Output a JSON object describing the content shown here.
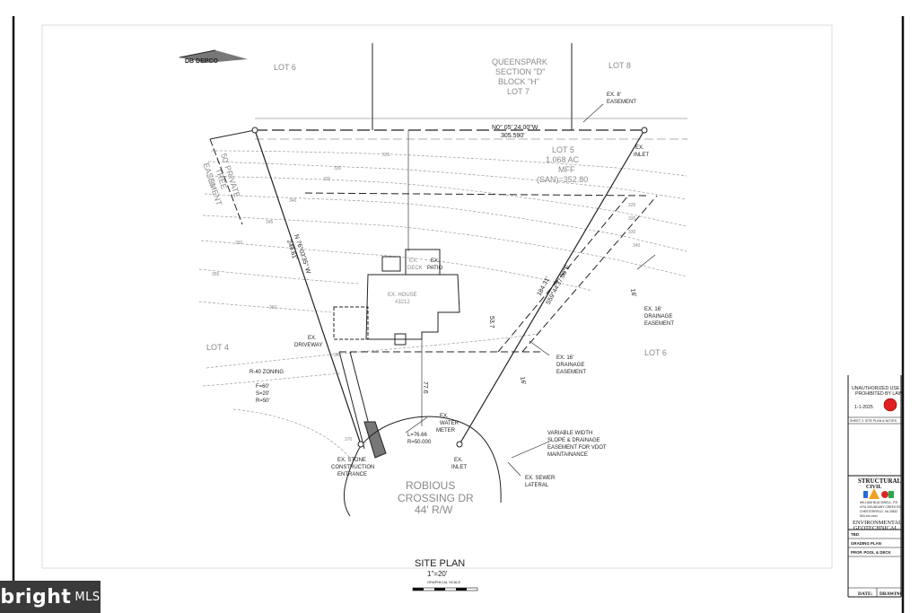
{
  "header": {
    "logo_text": "DB DEPCO"
  },
  "plan": {
    "lot_6_top": "LOT 6",
    "lot_8_top": "LOT 8",
    "queenspark": [
      "QUEENSPARK",
      "SECTION \"D\"",
      "BLOCK \"H\"",
      "LOT 7"
    ],
    "ex_easement_8": [
      "EX. 8'",
      "EASEMENT"
    ],
    "bearing_top": "N0° 05' 24.00\"W",
    "distance_top": "305.590'",
    "lot5": [
      "LOT 5",
      "1.068 AC",
      "MFF",
      "(SAN)=352.80"
    ],
    "ex_inlet_top": [
      "EX.",
      "INLET"
    ],
    "tree_easement": [
      "50' PRIVATE",
      "TREE",
      "EASEMENT"
    ],
    "tree_easement_dim": "50'",
    "side_bearing": "N 76°03'35\" W",
    "side_dist": "249.61'",
    "right_bearing": "S59°44'37.00\"E",
    "right_dist": "184.31'",
    "ex_deck": [
      "EX.",
      "DECK"
    ],
    "ex_patio": [
      "EX.",
      "PATIO"
    ],
    "ex_house": [
      "EX. HOUSE",
      "#3212"
    ],
    "dim_53": "53.7",
    "ex_drainage_16_right": [
      "EX. 16'",
      "DRAINAGE",
      "EASEMENT"
    ],
    "dim_16_right": "16'",
    "ex_driveway": [
      "EX.",
      "DRIVEWAY"
    ],
    "lot4": "LOT 4",
    "lot6_right": "LOT 6",
    "zoning": [
      "R-40 ZONING",
      "F=60'",
      "S=20'",
      "R=50'"
    ],
    "ex_drainage_16_mid": [
      "EX. 16'",
      "DRAINAGE",
      "EASEMENT"
    ],
    "dim_16_mid": "16'",
    "dim_77": "77.6",
    "ex_water_meter": [
      "EX.",
      "WATER",
      "METER"
    ],
    "curve": [
      "L=76.66",
      "R=50.000"
    ],
    "ex_inlet_bottom": [
      "EX.",
      "INLET"
    ],
    "variable_easement": [
      "VARIABLE WIDTH",
      "SLOPE & DRAINAGE",
      "EASEMENT FOR VDOT",
      "MAINTAINANCE"
    ],
    "stone_entrance": [
      "EX. STONE",
      "CONSTRUCTION",
      "ENTRANCE"
    ],
    "sewer": [
      "EX. SEWER",
      "LATERAL"
    ],
    "road": [
      "ROBIOUS",
      "CROSSING DR",
      "44' R/W"
    ],
    "contours": [
      "325",
      "330",
      "335",
      "340",
      "345",
      "350",
      "355",
      "360",
      "365",
      "370"
    ]
  },
  "footer": {
    "title": "SITE PLAN",
    "scale": "1\"=20'",
    "scale_caption": "GRAPHICAL SCALE"
  },
  "title_block": {
    "stamp": [
      "UNAUTHORIZED USE",
      "PROHIBITED BY LAW",
      "1-1-2025"
    ],
    "sheet_name": "SHEET 2: SITE PLAN & NOTES",
    "structural": "STRUCTURAL",
    "civil": "CIVIL",
    "firm": [
      "WILLIAM BLACKWELL, P.E.",
      "4701 BOUNDARY CREEK RD",
      "CHESTERFIELD, VA 23832",
      "804-xxx-xxxx"
    ],
    "environmental": "ENVIRONMENTAL",
    "geotechnical": "GEOTECHNICAL",
    "tbd": "TBD",
    "grading": "GRADING PLAN",
    "project": "PROP. POOL & DECK",
    "date_label": "DATE:",
    "drawing_label": "DRAWING"
  },
  "brand": {
    "name": "bright",
    "suffix": "MLS"
  },
  "colors": {
    "stamp_red": "#e02020",
    "linework": "#222222",
    "contour": "#9a9a9a"
  }
}
